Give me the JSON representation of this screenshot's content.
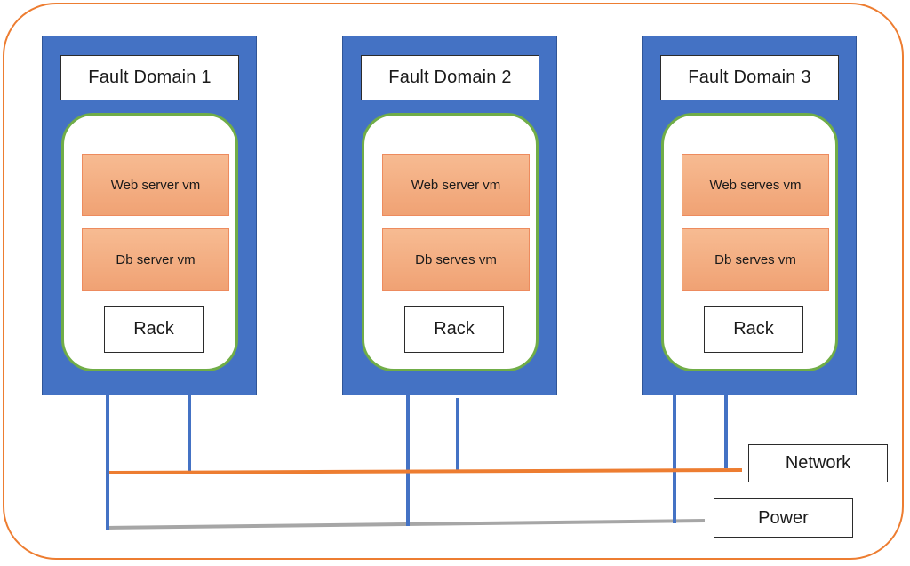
{
  "diagram": {
    "fault_domains": [
      {
        "label": "Fault Domain 1",
        "vms": [
          "Web server vm",
          "Db server vm"
        ],
        "rack_label": "Rack"
      },
      {
        "label": "Fault Domain 2",
        "vms": [
          "Web server vm",
          "Db serves vm"
        ],
        "rack_label": "Rack"
      },
      {
        "label": "Fault Domain 3",
        "vms": [
          "Web serves vm",
          "Db serves vm"
        ],
        "rack_label": "Rack"
      }
    ],
    "buses": [
      {
        "label": "Network",
        "color": "#ED7D31"
      },
      {
        "label": "Power",
        "color": "#A6A6A6"
      }
    ],
    "colors": {
      "fault_domain_fill": "#4472C4",
      "rack_border": "#70AD47",
      "vm_fill": "#F4B183",
      "vm_border": "#ED8B5E",
      "outer_border": "#ED7D31",
      "connector_blue": "#4472C4"
    }
  }
}
